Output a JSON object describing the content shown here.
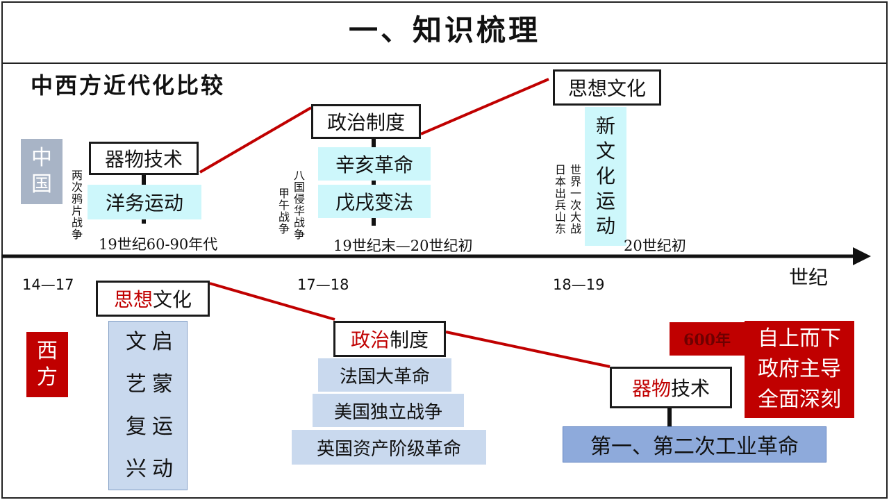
{
  "title": "一、知识梳理",
  "subtitle": "中西方近代化比较",
  "axis_label": "世纪",
  "centuries": [
    "14—17",
    "17—18",
    "18—19"
  ],
  "china": {
    "label": "中国",
    "stage1": {
      "header": "器物技术",
      "event": "洋务运动",
      "period": "19世纪60-90年代",
      "trigger": "两次鸦片战争"
    },
    "stage2": {
      "header": "政治制度",
      "events": [
        "辛亥革命",
        "戊戌变法"
      ],
      "period": "19世纪末—20世纪初",
      "trigger_a": "八国侵华战争",
      "trigger_b": "甲午战争"
    },
    "stage3": {
      "header": "思想文化",
      "event": "新文化运动",
      "period": "20世纪初",
      "trigger_a": "世界一次大战",
      "trigger_b": "日本出兵山东"
    }
  },
  "west": {
    "label": "西方",
    "stage1": {
      "header_red": "思想",
      "header_rest": "文化",
      "col_left": "启蒙运动",
      "col_right": "文艺复兴"
    },
    "stage2": {
      "header_red": "政治",
      "header_rest": "制度",
      "events": [
        "法国大革命",
        "美国独立战争",
        "英国资产阶级革命"
      ]
    },
    "stage3": {
      "header_red": "器物",
      "header_rest": "技术",
      "event": "第一、第二次工业革命"
    },
    "span": "600年",
    "features": [
      "自上而下",
      "政府主导",
      "全面深刻"
    ]
  },
  "colors": {
    "red": "#c00000",
    "cyan": "#cdf7fb",
    "blue_box": "#c9d9ee",
    "gray_box": "#a8b4c6",
    "red_box": "#c00000"
  }
}
